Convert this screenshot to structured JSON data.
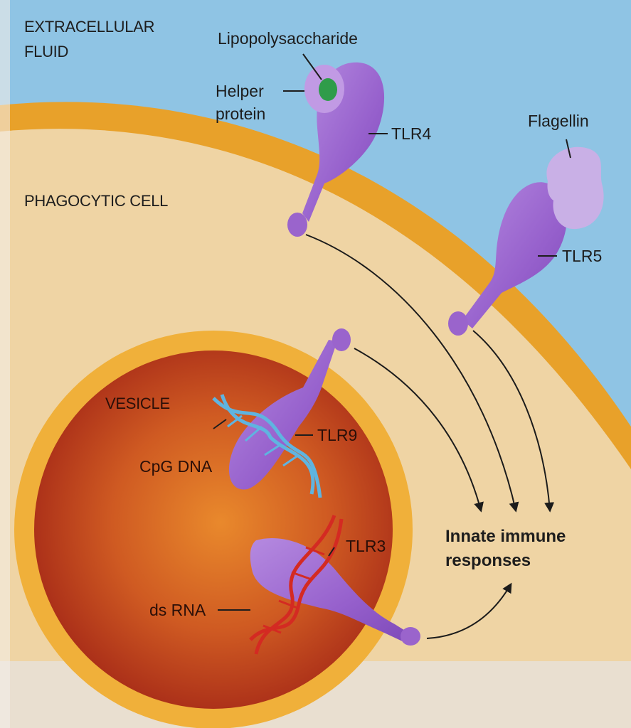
{
  "regions": {
    "extracellular_line1": "EXTRACELLULAR",
    "extracellular_line2": "FLUID",
    "phagocytic_cell": "PHAGOCYTIC CELL",
    "vesicle": "VESICLE"
  },
  "labels": {
    "lipopolysaccharide": "Lipopolysaccharide",
    "helper_line1": "Helper",
    "helper_line2": "protein",
    "tlr4": "TLR4",
    "flagellin": "Flagellin",
    "tlr5": "TLR5",
    "tlr9": "TLR9",
    "cpg_dna": "CpG DNA",
    "tlr3": "TLR3",
    "ds_rna": "ds RNA"
  },
  "output": {
    "line1": "Innate immune",
    "line2": "responses"
  },
  "colors": {
    "extracellular": "#8fc4e4",
    "membrane": "#e8a12a",
    "cytoplasm": "#efd4a4",
    "vesicle_inner": "#b8391c",
    "receptor": "#9a64cc",
    "flagellin": "#c9b0e6",
    "lps": "#2f9c4a",
    "dna": "#5fb4e0",
    "rna": "#d42a22"
  }
}
